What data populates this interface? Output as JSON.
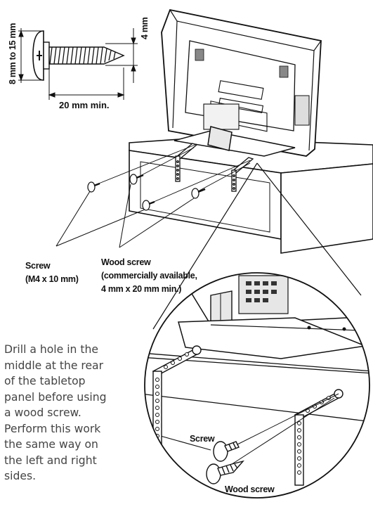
{
  "dimensions": {
    "head_range": "8 mm to 15 mm",
    "shaft_diameter": "4 mm",
    "length": "20 mm min."
  },
  "labels": {
    "screw_top": [
      "Screw",
      "(M4 x 10 mm)"
    ],
    "wood_screw_top": [
      "Wood screw",
      "(commercially available,",
      "4 mm x 20 mm min.)"
    ],
    "screw_zoom": "Screw",
    "wood_screw_zoom": "Wood screw"
  },
  "instruction_lines": [
    "Drill a hole in the",
    "middle at the rear",
    "of the tabletop",
    "panel before using",
    "a wood screw.",
    "Perform this work",
    "the same way on",
    "the left and right",
    "sides."
  ]
}
